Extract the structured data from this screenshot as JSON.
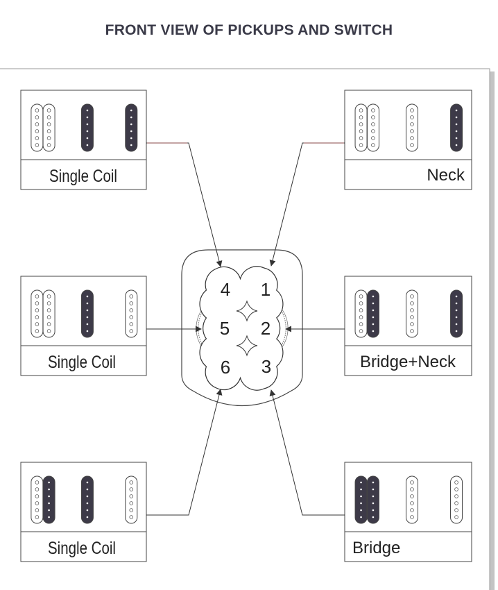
{
  "title": "FRONT VIEW OF PICKUPS AND SWITCH",
  "colors": {
    "line": "#333333",
    "filled": "#3d3a48",
    "frame_shadow": "#c4c4c4",
    "lead": "#8a4a4a"
  },
  "switch_positions": [
    "1",
    "2",
    "3",
    "4",
    "5",
    "6"
  ],
  "pickup_boxes": [
    {
      "id": "tl",
      "label": "Single Coil",
      "label_align": "center",
      "pickups": [
        {
          "type": "humbucker",
          "coils": [
            "open",
            "open"
          ]
        },
        {
          "type": "single",
          "coils": [
            "filled"
          ]
        },
        {
          "type": "single",
          "coils": [
            "filled"
          ]
        }
      ]
    },
    {
      "id": "tr",
      "label": "Neck",
      "label_align": "right",
      "pickups": [
        {
          "type": "humbucker",
          "coils": [
            "open",
            "open"
          ]
        },
        {
          "type": "single",
          "coils": [
            "open"
          ]
        },
        {
          "type": "single",
          "coils": [
            "filled"
          ]
        }
      ]
    },
    {
      "id": "ml",
      "label": "Single Coil",
      "label_align": "center",
      "pickups": [
        {
          "type": "humbucker",
          "coils": [
            "open",
            "open"
          ]
        },
        {
          "type": "single",
          "coils": [
            "filled"
          ]
        },
        {
          "type": "single",
          "coils": [
            "open"
          ]
        }
      ]
    },
    {
      "id": "mr",
      "label": "Bridge+Neck",
      "label_align": "center",
      "pickups": [
        {
          "type": "humbucker",
          "coils": [
            "open",
            "filled"
          ]
        },
        {
          "type": "single",
          "coils": [
            "open"
          ]
        },
        {
          "type": "single",
          "coils": [
            "filled"
          ]
        }
      ]
    },
    {
      "id": "bl",
      "label": "Single Coil",
      "label_align": "center",
      "pickups": [
        {
          "type": "humbucker",
          "coils": [
            "open",
            "filled"
          ]
        },
        {
          "type": "single",
          "coils": [
            "filled"
          ]
        },
        {
          "type": "single",
          "coils": [
            "open"
          ]
        }
      ]
    },
    {
      "id": "br",
      "label": "Bridge",
      "label_align": "left",
      "pickups": [
        {
          "type": "humbucker",
          "coils": [
            "filled",
            "filled"
          ]
        },
        {
          "type": "single",
          "coils": [
            "open"
          ]
        },
        {
          "type": "single",
          "coils": [
            "open"
          ]
        }
      ]
    }
  ]
}
